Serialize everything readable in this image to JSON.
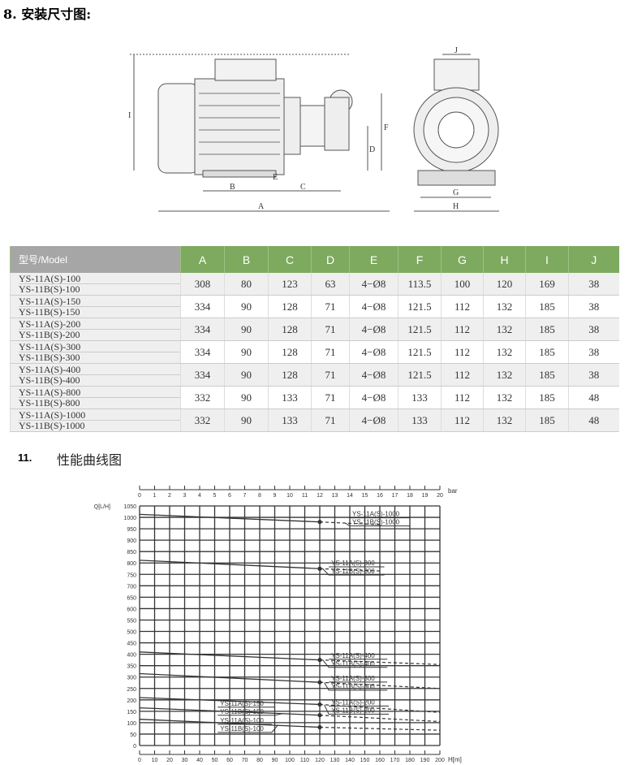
{
  "section8_title": "8. 安装尺寸图:",
  "drawing_labels": {
    "A": "A",
    "B": "B",
    "C": "C",
    "D": "D",
    "E": "E",
    "F": "F",
    "G": "G",
    "H": "H",
    "I": "I",
    "J": "J"
  },
  "table": {
    "headers": [
      "型号/Model",
      "A",
      "B",
      "C",
      "D",
      "E",
      "F",
      "G",
      "H",
      "I",
      "J"
    ],
    "rows": [
      {
        "models": [
          "YS-11A(S)-100",
          "YS-11B(S)-100"
        ],
        "values": [
          "308",
          "80",
          "123",
          "63",
          "4−Ø8",
          "113.5",
          "100",
          "120",
          "169",
          "38"
        ]
      },
      {
        "models": [
          "YS-11A(S)-150",
          "YS-11B(S)-150"
        ],
        "values": [
          "334",
          "90",
          "128",
          "71",
          "4−Ø8",
          "121.5",
          "112",
          "132",
          "185",
          "38"
        ]
      },
      {
        "models": [
          "YS-11A(S)-200",
          "YS-11B(S)-200"
        ],
        "values": [
          "334",
          "90",
          "128",
          "71",
          "4−Ø8",
          "121.5",
          "112",
          "132",
          "185",
          "38"
        ]
      },
      {
        "models": [
          "YS-11A(S)-300",
          "YS-11B(S)-300"
        ],
        "values": [
          "334",
          "90",
          "128",
          "71",
          "4−Ø8",
          "121.5",
          "112",
          "132",
          "185",
          "38"
        ]
      },
      {
        "models": [
          "YS-11A(S)-400",
          "YS-11B(S)-400"
        ],
        "values": [
          "334",
          "90",
          "128",
          "71",
          "4−Ø8",
          "121.5",
          "112",
          "132",
          "185",
          "38"
        ]
      },
      {
        "models": [
          "YS-11A(S)-800",
          "YS-11B(S)-800"
        ],
        "values": [
          "332",
          "90",
          "133",
          "71",
          "4−Ø8",
          "133",
          "112",
          "132",
          "185",
          "48"
        ]
      },
      {
        "models": [
          "YS-11A(S)-1000",
          "YS-11B(S)-1000"
        ],
        "values": [
          "332",
          "90",
          "133",
          "71",
          "4−Ø8",
          "133",
          "112",
          "132",
          "185",
          "48"
        ]
      }
    ]
  },
  "section11_number": "11.",
  "section11_title": "性能曲线图",
  "chart_data": {
    "type": "line",
    "ylabel": "Q[L/H]",
    "xlabel": "H[m]",
    "top_axis_label": "bar",
    "xlim": [
      0,
      200
    ],
    "ylim": [
      0,
      1050
    ],
    "x_ticks": [
      0,
      10,
      20,
      30,
      40,
      50,
      60,
      70,
      80,
      90,
      100,
      110,
      120,
      130,
      140,
      150,
      160,
      170,
      180,
      190,
      200
    ],
    "y_ticks": [
      0,
      50,
      100,
      150,
      200,
      250,
      300,
      350,
      400,
      450,
      500,
      550,
      600,
      650,
      700,
      750,
      800,
      850,
      900,
      950,
      1000,
      1050
    ],
    "bar_ticks": [
      0,
      1,
      2,
      3,
      4,
      5,
      6,
      7,
      8,
      9,
      10,
      11,
      12,
      13,
      14,
      15,
      16,
      17,
      18,
      19,
      20
    ],
    "grid": true,
    "series": [
      {
        "labels": [
          "YS-11A(S)-1000",
          "YS-11B(S)-1000"
        ],
        "solid": [
          [
            0,
            1013
          ],
          [
            120,
            980
          ]
        ],
        "dashed": [
          [
            120,
            980
          ],
          [
            160,
            968
          ]
        ]
      },
      {
        "labels": [
          "YS-11A(S)-800",
          "YS-11B(S)-800"
        ],
        "solid": [
          [
            0,
            812
          ],
          [
            120,
            775
          ]
        ],
        "dashed": [
          [
            120,
            775
          ],
          [
            160,
            765
          ]
        ]
      },
      {
        "labels": [
          "YS-11A(S)-400",
          "YS-11B(S)-400"
        ],
        "solid": [
          [
            0,
            410
          ],
          [
            120,
            375
          ]
        ],
        "dashed": [
          [
            120,
            375
          ],
          [
            200,
            355
          ]
        ]
      },
      {
        "labels": [
          "YS-11A(S)-300",
          "YS-11B(S)-300"
        ],
        "solid": [
          [
            0,
            315
          ],
          [
            120,
            277
          ]
        ],
        "dashed": [
          [
            120,
            277
          ],
          [
            200,
            250
          ]
        ]
      },
      {
        "labels": [
          "YS-11A(S)-200",
          "YS-11B(S)-200"
        ],
        "solid": [
          [
            0,
            210
          ],
          [
            120,
            180
          ]
        ],
        "dashed": [
          [
            120,
            180
          ],
          [
            200,
            145
          ]
        ]
      },
      {
        "labels": [
          "YS-11A(S)-150",
          "YS-11B(S)-150"
        ],
        "solid": [
          [
            0,
            165
          ],
          [
            120,
            133
          ]
        ],
        "dashed": [
          [
            120,
            133
          ],
          [
            200,
            105
          ]
        ]
      },
      {
        "labels": [
          "YS-11A(S)-100",
          "YS-11B(S)-100"
        ],
        "solid": [
          [
            0,
            115
          ],
          [
            120,
            80
          ]
        ],
        "dashed": [
          [
            120,
            80
          ],
          [
            200,
            67
          ]
        ]
      }
    ]
  }
}
